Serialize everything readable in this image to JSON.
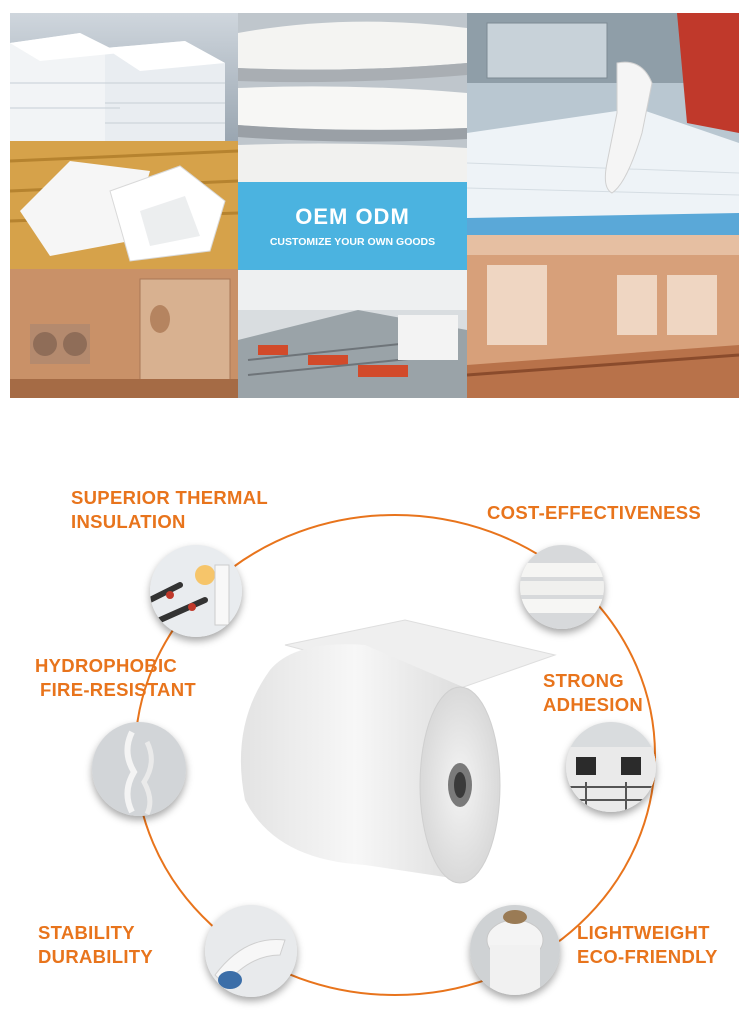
{
  "banner": {
    "title": "OEM ODM",
    "subtitle": "CUSTOMIZE YOUR OWN GOODS"
  },
  "factory_photos": [
    "stacked-board-photo",
    "slab-closeup-photo",
    "worker-cutting-photo",
    "glossy-sheet-photo",
    "machine-room-photo",
    "production-line-photo",
    "factory-hall-photo"
  ],
  "features": {
    "thermal": [
      "SUPERIOR THERMAL",
      "INSULATION"
    ],
    "cost": [
      "COST-EFFECTIVENESS"
    ],
    "hydro": [
      "HYDROPHOBIC",
      "FIRE-RESISTANT"
    ],
    "adhesion": [
      "STRONG",
      "ADHESION"
    ],
    "stability": [
      "STABILITY",
      "DURABILITY"
    ],
    "light": [
      "LIGHTWEIGHT",
      "ECO-FRIENDLY"
    ]
  },
  "colors": {
    "accent": "#e8741c",
    "banner": "#4bb3e0"
  }
}
